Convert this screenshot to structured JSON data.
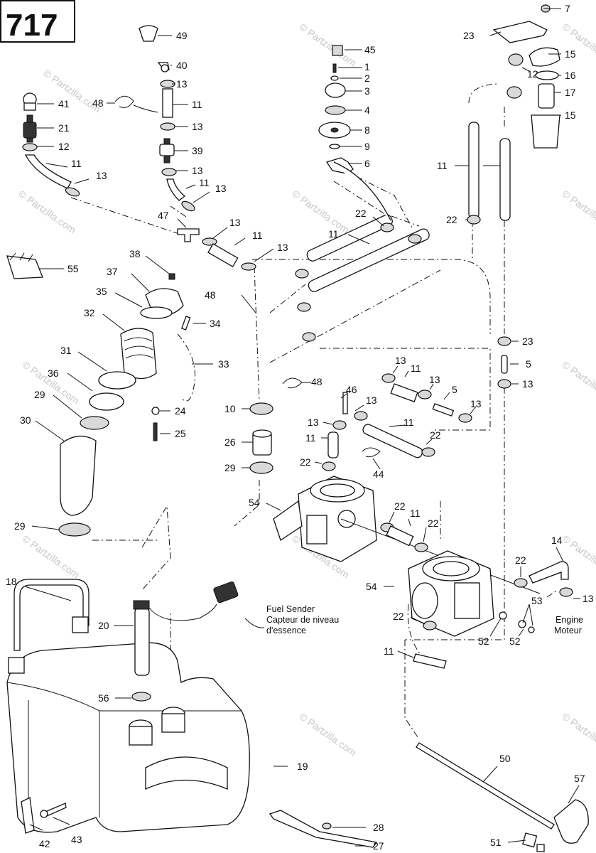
{
  "diagram": {
    "page_number": "717",
    "watermark": "© Partzilla.com",
    "notes": {
      "fuel_sender_en": "Fuel Sender",
      "fuel_sender_fr_line1": "Capteur de niveau",
      "fuel_sender_fr_line2": "d'essence",
      "engine_en": "Engine",
      "engine_fr": "Moteur"
    },
    "callouts": [
      {
        "id": "c49a",
        "label": "49"
      },
      {
        "id": "c40",
        "label": "40"
      },
      {
        "id": "c13a",
        "label": "13"
      },
      {
        "id": "c41",
        "label": "41"
      },
      {
        "id": "c48a",
        "label": "48"
      },
      {
        "id": "c11a",
        "label": "11"
      },
      {
        "id": "c21",
        "label": "21"
      },
      {
        "id": "c13b",
        "label": "13"
      },
      {
        "id": "c12a",
        "label": "12"
      },
      {
        "id": "c39",
        "label": "39"
      },
      {
        "id": "c11b",
        "label": "11"
      },
      {
        "id": "c13c",
        "label": "13"
      },
      {
        "id": "c13d",
        "label": "13"
      },
      {
        "id": "c11c",
        "label": "11"
      },
      {
        "id": "c13e",
        "label": "13"
      },
      {
        "id": "c47",
        "label": "47"
      },
      {
        "id": "c13f",
        "label": "13"
      },
      {
        "id": "c11d",
        "label": "11"
      },
      {
        "id": "c13g",
        "label": "13"
      },
      {
        "id": "c45",
        "label": "45"
      },
      {
        "id": "c1",
        "label": "1"
      },
      {
        "id": "c2",
        "label": "2"
      },
      {
        "id": "c3",
        "label": "3"
      },
      {
        "id": "c4",
        "label": "4"
      },
      {
        "id": "c8",
        "label": "8"
      },
      {
        "id": "c9",
        "label": "9"
      },
      {
        "id": "c6",
        "label": "6"
      },
      {
        "id": "c22a",
        "label": "22"
      },
      {
        "id": "c11e",
        "label": "11"
      },
      {
        "id": "c7",
        "label": "7"
      },
      {
        "id": "c23a",
        "label": "23"
      },
      {
        "id": "c15a",
        "label": "15"
      },
      {
        "id": "c12b",
        "label": "12"
      },
      {
        "id": "c16",
        "label": "16"
      },
      {
        "id": "c17",
        "label": "17"
      },
      {
        "id": "c15b",
        "label": "15"
      },
      {
        "id": "c11f",
        "label": "11"
      },
      {
        "id": "c22b",
        "label": "22"
      },
      {
        "id": "c55",
        "label": "55"
      },
      {
        "id": "c38",
        "label": "38"
      },
      {
        "id": "c37",
        "label": "37"
      },
      {
        "id": "c35",
        "label": "35"
      },
      {
        "id": "c48b",
        "label": "48"
      },
      {
        "id": "c32",
        "label": "32"
      },
      {
        "id": "c34",
        "label": "34"
      },
      {
        "id": "c31",
        "label": "31"
      },
      {
        "id": "c33",
        "label": "33"
      },
      {
        "id": "c36",
        "label": "36"
      },
      {
        "id": "c29a",
        "label": "29"
      },
      {
        "id": "c24",
        "label": "24"
      },
      {
        "id": "c30",
        "label": "30"
      },
      {
        "id": "c25",
        "label": "25"
      },
      {
        "id": "c10",
        "label": "10"
      },
      {
        "id": "c26",
        "label": "26"
      },
      {
        "id": "c29b",
        "label": "29"
      },
      {
        "id": "c29c",
        "label": "29"
      },
      {
        "id": "c23b",
        "label": "23"
      },
      {
        "id": "c5a",
        "label": "5"
      },
      {
        "id": "c13h",
        "label": "13"
      },
      {
        "id": "c13i",
        "label": "13"
      },
      {
        "id": "c11g",
        "label": "11"
      },
      {
        "id": "c13j",
        "label": "13"
      },
      {
        "id": "c5b",
        "label": "5"
      },
      {
        "id": "c13k",
        "label": "13"
      },
      {
        "id": "c48c",
        "label": "48"
      },
      {
        "id": "c46",
        "label": "46"
      },
      {
        "id": "c13l",
        "label": "13"
      },
      {
        "id": "c13m",
        "label": "13"
      },
      {
        "id": "c11h",
        "label": "11"
      },
      {
        "id": "c11i",
        "label": "11"
      },
      {
        "id": "c22c",
        "label": "22"
      },
      {
        "id": "c22d",
        "label": "22"
      },
      {
        "id": "c44",
        "label": "44"
      },
      {
        "id": "c54a",
        "label": "54"
      },
      {
        "id": "c22e",
        "label": "22"
      },
      {
        "id": "c11j",
        "label": "11"
      },
      {
        "id": "c22f",
        "label": "22"
      },
      {
        "id": "c14",
        "label": "14"
      },
      {
        "id": "c22g",
        "label": "22"
      },
      {
        "id": "c13n",
        "label": "13"
      },
      {
        "id": "c54b",
        "label": "54"
      },
      {
        "id": "c53",
        "label": "53"
      },
      {
        "id": "c22h",
        "label": "22"
      },
      {
        "id": "c52a",
        "label": "52"
      },
      {
        "id": "c52b",
        "label": "52"
      },
      {
        "id": "c11k",
        "label": "11"
      },
      {
        "id": "c18",
        "label": "18"
      },
      {
        "id": "c20",
        "label": "20"
      },
      {
        "id": "c56",
        "label": "56"
      },
      {
        "id": "c19",
        "label": "19"
      },
      {
        "id": "c50",
        "label": "50"
      },
      {
        "id": "c57",
        "label": "57"
      },
      {
        "id": "c51",
        "label": "51"
      },
      {
        "id": "c42",
        "label": "42"
      },
      {
        "id": "c43",
        "label": "43"
      },
      {
        "id": "c28",
        "label": "28"
      },
      {
        "id": "c27",
        "label": "27"
      }
    ]
  }
}
